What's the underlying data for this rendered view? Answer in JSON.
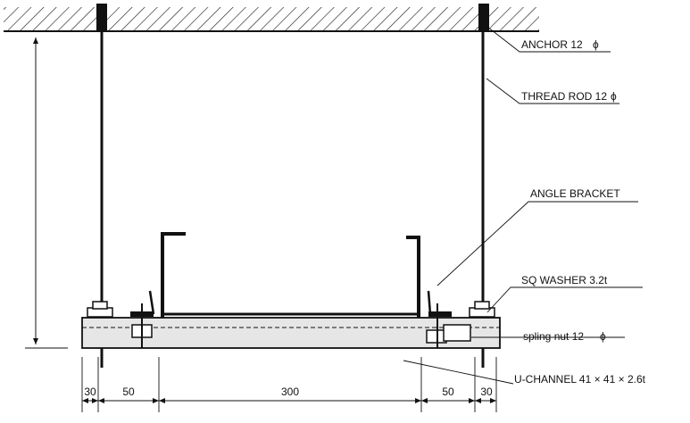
{
  "labels": {
    "anchor": "ANCHOR 12",
    "thread_rod": "THREAD ROD 12",
    "angle_bracket": "ANGLE BRACKET",
    "sq_washer": "SQ WASHER 3.2t",
    "spring_nut": "spling nut 12",
    "u_channel": "U-CHANNEL 41 × 41 × 2.6t"
  },
  "dimensions": [
    "30",
    "50",
    "300",
    "50",
    "30"
  ],
  "colors": {
    "line": "#111111",
    "channel_fill": "#e6e6e6",
    "background": "#ffffff"
  },
  "icons": {
    "diameter_symbol": "diameter-icon"
  }
}
